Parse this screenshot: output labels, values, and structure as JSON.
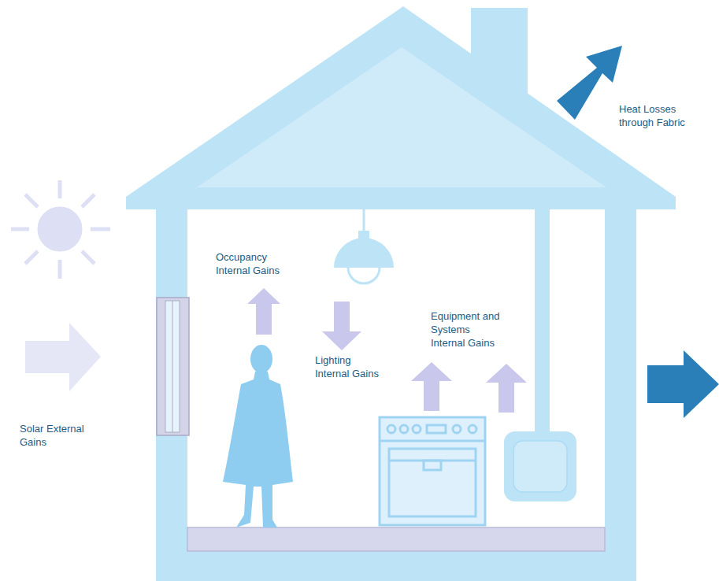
{
  "diagram": {
    "labels": [
      "Heat Losses through Fabric",
      "Occupancy Internal Gains",
      "Lighting Internal Gains",
      "Equipment and Systems Internal Gains",
      "Solar External Gains"
    ]
  }
}
